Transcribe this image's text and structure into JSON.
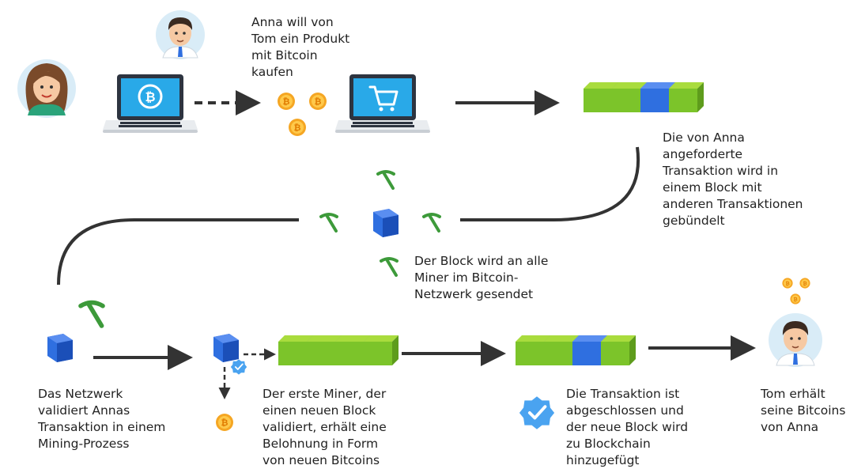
{
  "captions": {
    "anna_wants": "Anna will von\nTom ein Produkt\nmit Bitcoin\nkaufen",
    "bundled": "Die von Anna\nangeforderte\nTransaktion wird in\neinem Block mit\nanderen Transaktionen\ngebündelt",
    "sent_to_miners": "Der Block wird an alle\nMiner im Bitcoin-\nNetzwerk gesendet",
    "network_validates": "Das Netzwerk\nvalidiert Annas\nTransaktion in einem\nMining-Prozess",
    "first_miner": "Der erste Miner, der\neinen neuen Block\nvalidiert, erhält eine\nBelohnung in Form\nvon neuen Bitcoins",
    "completed": "Die Transaktion ist\nabgeschlossen und\nder neue Block wird\nzu Blockchain\nhinzugefügt",
    "tom_receives": "Tom erhält\nseine Bitcoins\nvon Anna"
  },
  "icons": {
    "anna": "woman-avatar-icon",
    "tom": "man-avatar-icon",
    "laptop_bitcoin": "laptop-bitcoin-icon",
    "laptop_cart": "laptop-shopping-cart-icon",
    "coin": "bitcoin-coin-icon",
    "block": "blue-block-icon",
    "pickaxe": "pickaxe-icon",
    "verified": "verified-badge-icon",
    "blockchain": "blockchain-segment-icon"
  },
  "colors": {
    "green": "#7cc42a",
    "green_light": "#a9dc3d",
    "blue": "#2f6fe0",
    "blue_dark": "#1b4fb8",
    "coin": "#f5a623",
    "arrow": "#333333",
    "pickaxe": "#3d9a3a"
  }
}
